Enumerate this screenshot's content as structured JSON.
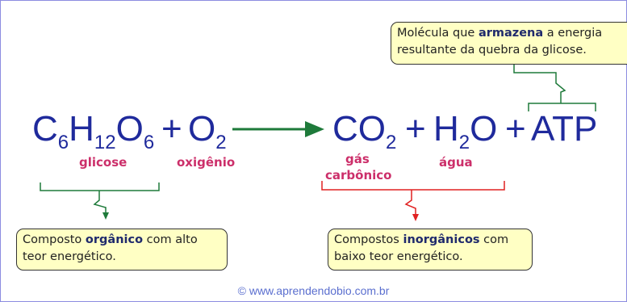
{
  "reactants": {
    "glucose": {
      "c": "C",
      "c_n": "6",
      "h": "H",
      "h_n": "12",
      "o": "O",
      "o_n": "6",
      "label": "glicose"
    },
    "plus_1": "+",
    "oxygen": {
      "o": "O",
      "o_n": "2",
      "label": "oxigênio"
    }
  },
  "products": {
    "co2": {
      "c": "CO",
      "n": "2",
      "label_line1": "gás",
      "label_line2": "carbônico"
    },
    "plus_2": "+",
    "water": {
      "h": "H",
      "h_n": "2",
      "o": "O",
      "label": "água"
    },
    "plus_3": "+",
    "atp": "ATP"
  },
  "boxes": {
    "organic": {
      "pre": "Composto ",
      "bold": "orgânico",
      "post": " com alto",
      "line2": "teor energético."
    },
    "inorganic": {
      "pre": "Compostos ",
      "bold": "inorgânicos",
      "post": " com",
      "line2": "baixo teor energético."
    },
    "atp": {
      "pre": "Molécula que ",
      "bold": "armazena",
      "post": " a energia",
      "line2": "resultante da quebra da glicose."
    }
  },
  "colors": {
    "formula": "#1f2a9c",
    "label": "#cc2f6a",
    "green": "#1e7a3a",
    "red": "#e02020",
    "box_bg": "#ffffc4"
  },
  "credit": "© www.aprendendobio.com.br"
}
